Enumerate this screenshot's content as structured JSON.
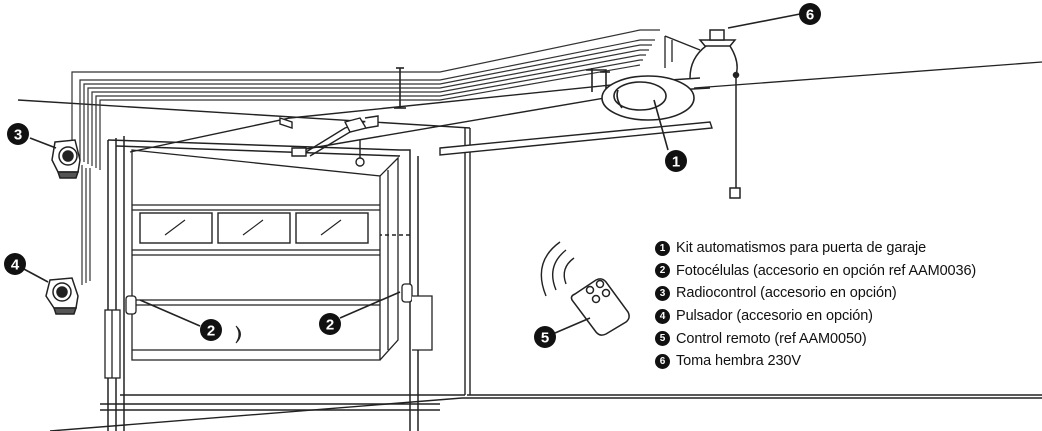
{
  "callouts": {
    "c1": "1",
    "c2a": "2",
    "c2b": "2",
    "c3": "3",
    "c4": "4",
    "c5": "5",
    "c6": "6"
  },
  "legend": [
    {
      "num": "1",
      "text": "Kit automatismos para puerta de garaje"
    },
    {
      "num": "2",
      "text": "Fotocélulas (accesorio en opción ref AAM0036)"
    },
    {
      "num": "3",
      "text": "Radiocontrol (accesorio en opción)"
    },
    {
      "num": "4",
      "text": "Pulsador (accesorio en opción)"
    },
    {
      "num": "5",
      "text": "Control remoto (ref AAM0050)"
    },
    {
      "num": "6",
      "text": "Toma hembra 230V"
    }
  ],
  "colors": {
    "ink": "#111111",
    "background": "#ffffff"
  }
}
